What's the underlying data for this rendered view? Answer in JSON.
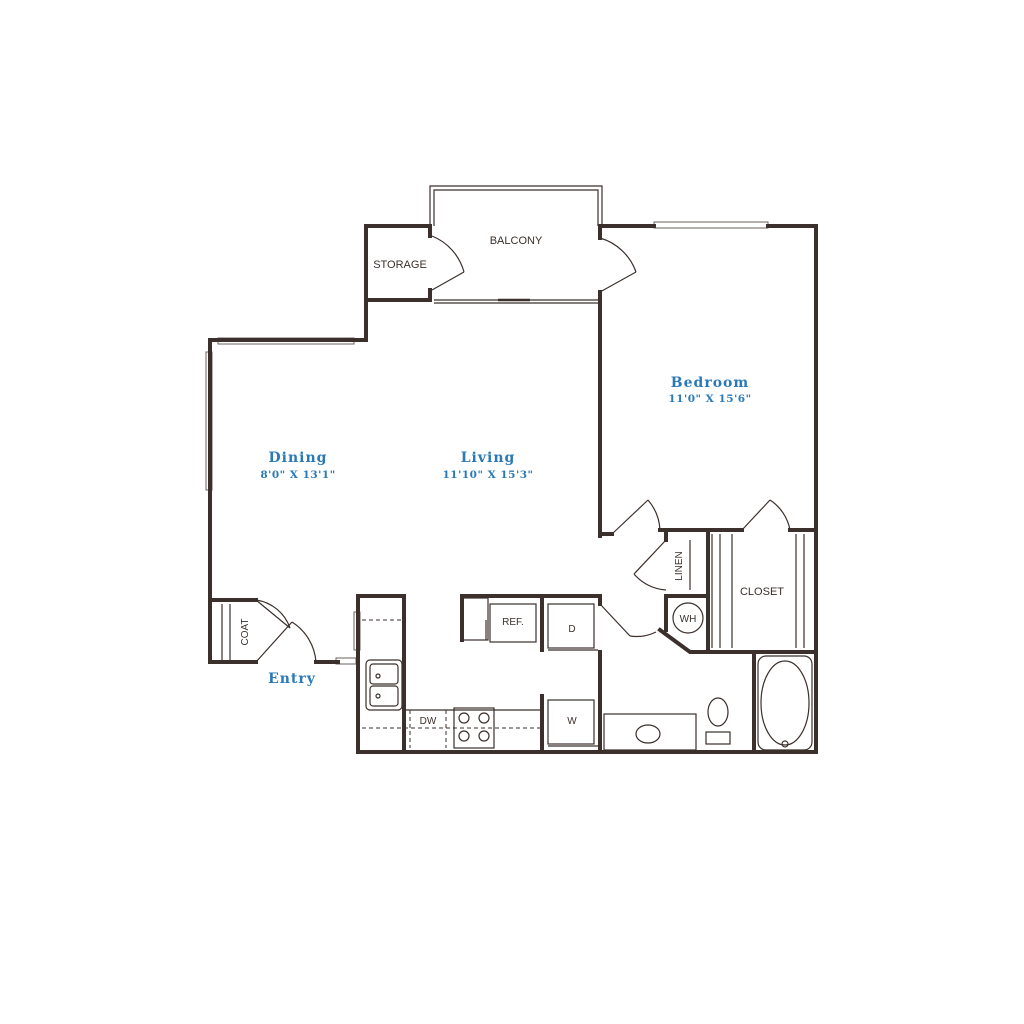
{
  "rooms": {
    "bedroom": {
      "name": "Bedroom",
      "dims": "11'0\" X 15'6\""
    },
    "dining": {
      "name": "Dining",
      "dims": "8'0\" X 13'1\""
    },
    "living": {
      "name": "Living",
      "dims": "11'10\" X 15'3\""
    },
    "entry": {
      "name": "Entry"
    }
  },
  "labels": {
    "balcony": "BALCONY",
    "storage": "STORAGE",
    "closet": "CLOSET",
    "linen": "LINEN",
    "coat": "COAT",
    "wh": "WH",
    "ref": "REF.",
    "dryer": "D",
    "washer": "W",
    "dishwasher": "DW"
  },
  "colors": {
    "wall": "#3b302b",
    "room_text": "#2a7ab8",
    "background": "#ffffff"
  }
}
